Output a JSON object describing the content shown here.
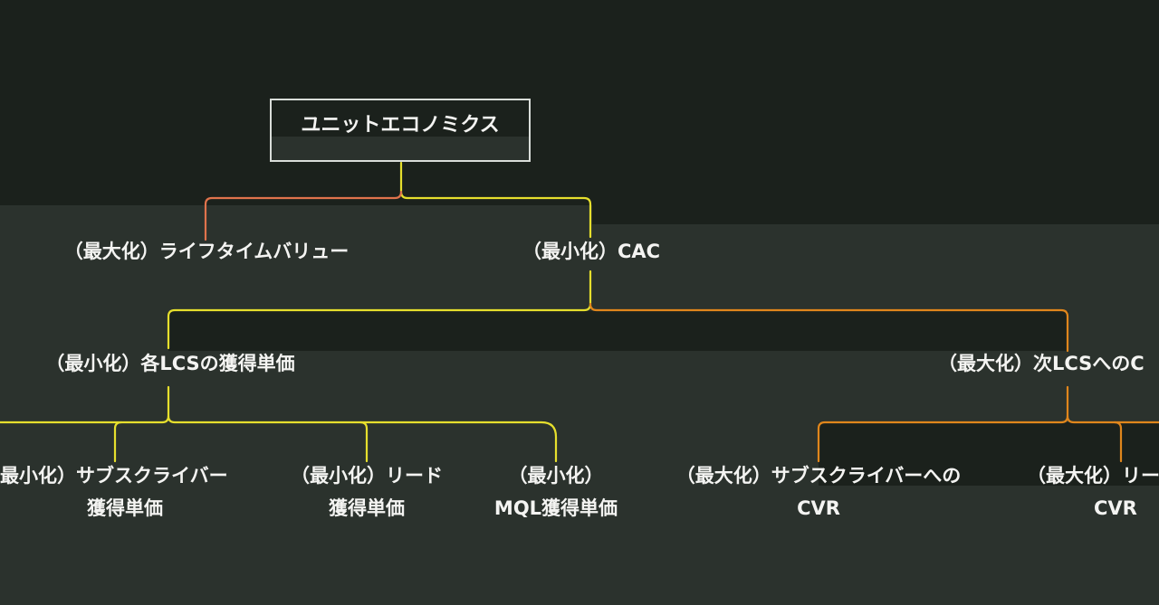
{
  "colors": {
    "background": "#1b211c",
    "band": "#2b322d",
    "text": "#f4f4f2",
    "line_yellow": "#e6df2d",
    "line_orange": "#e0861c",
    "line_red_orange": "#e0734c",
    "box_border": "#d9ddd9"
  },
  "tree": {
    "root": "ユニットエコノミクス",
    "ltv": "（最大化）ライフタイムバリュー",
    "cac": "（最小化）CAC",
    "acq_cost": "（最小化）各LCSの獲得単価",
    "next_lcs_cvr": "（最大化）次LCSへのC",
    "subscriber_cost_l1": "最小化）サブスクライバー",
    "subscriber_cost_l2": "獲得単価",
    "lead_cost_l1": "（最小化）リード",
    "lead_cost_l2": "獲得単価",
    "mql_cost_l1": "（最小化）",
    "mql_cost_l2": "MQL獲得単価",
    "subscriber_cvr_l1": "（最大化）サブスクライバーへの",
    "subscriber_cvr_l2": "CVR",
    "lead_cvr_l1": "（最大化）リー",
    "lead_cvr_l2": "CVR"
  }
}
